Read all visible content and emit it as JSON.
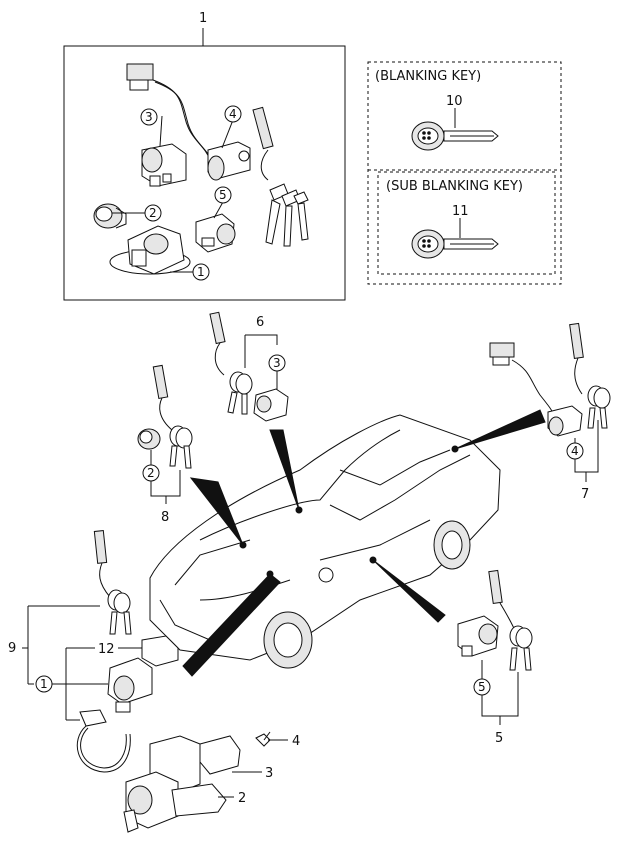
{
  "kit_callout": "1",
  "blanking_key": {
    "title": "(BLANKING KEY)",
    "callout": "10"
  },
  "sub_blanking_key": {
    "title": "(SUB BLANKING KEY)",
    "callout": "11"
  },
  "kit_circles": [
    "3",
    "4",
    "2",
    "5",
    "1"
  ],
  "trunk_group": {
    "callout": "6",
    "circle": "3"
  },
  "fuel_group": {
    "callout": "7",
    "circle": "4"
  },
  "glove_group": {
    "callout": "8",
    "circle": "2"
  },
  "ignition_group": {
    "callout": "9",
    "circle": "1",
    "cover_callout": "12"
  },
  "door_group": {
    "callout": "5",
    "circle": "5"
  },
  "switch_callouts": [
    "4",
    "3",
    "2"
  ]
}
